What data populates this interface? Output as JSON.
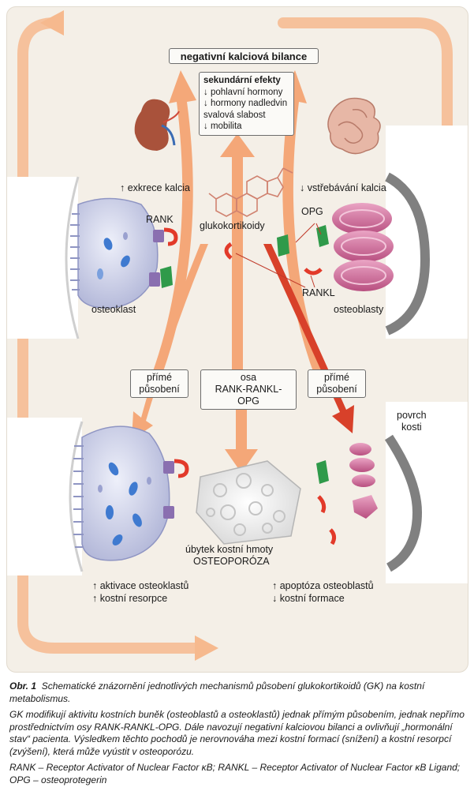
{
  "figure": {
    "top_box": "negativní kalciová bilance",
    "secondary_effects": {
      "heading": "sekundární efekty",
      "items": [
        "↓ pohlavní hormony",
        "↓ hormony nadledvin",
        "svalová slabost",
        "↓ mobilita"
      ]
    },
    "labels": {
      "excretion": "↑ exkrece kalcia",
      "absorption": "↓ vstřebávání kalcia",
      "rank": "RANK",
      "opg": "OPG",
      "glucocorticoids": "glukokortikoidy",
      "rankl": "RANKL",
      "osteoclast": "osteoklast",
      "osteoblasts": "osteoblasty",
      "bone_surface_1": "povrch",
      "bone_surface_2": "kosti",
      "bone_loss_1": "úbytek kostní hmoty",
      "bone_loss_2": "OSTEOPORÓZA",
      "left_effects_1": "↑ aktivace osteoklastů",
      "left_effects_2": "↑ kostní resorpce",
      "right_effects_1": "↑ apoptóza osteoblastů",
      "right_effects_2": "↓ kostní formace"
    },
    "pathway_boxes": {
      "left_1": "přímé",
      "left_2": "působení",
      "center_1": "osa",
      "center_2": "RANK-RANKL-OPG",
      "right_1": "přímé",
      "right_2": "působení"
    },
    "colors": {
      "arrow_orange": "#f4a06d",
      "arrow_red": "#d8412a",
      "osteoclast": "#c9cde8",
      "osteoblast": "#d56b98",
      "rank": "#8a6fb0",
      "rankl": "#e23a2a",
      "opg": "#2f9a4a"
    }
  },
  "caption": {
    "label": "Obr. 1",
    "title": "Schematické znázornění jednotlivých mechanismů působení glukokortikoidů (GK) na kostní metabolismus.",
    "note": "GK modifikují aktivitu kostních buněk (osteoblastů a osteoklastů) jednak přímým působením, jednak nepřímo prostřednictvím osy RANK-RANKL-OPG. Dále navozují negativní kalciovou bilanci a ovlivňují „hormonální stav“ pacienta. Výsledkem těchto pochodů je nerovnováha mezi kostní formací (snížení) a kostní resorpcí (zvýšení), která může vyústit v osteoporózu.",
    "abbreviations": "RANK – Receptor Activator of Nuclear Factor κB; RANKL – Receptor Activator of Nuclear Factor κB Ligand; OPG – osteoprotegerin"
  }
}
